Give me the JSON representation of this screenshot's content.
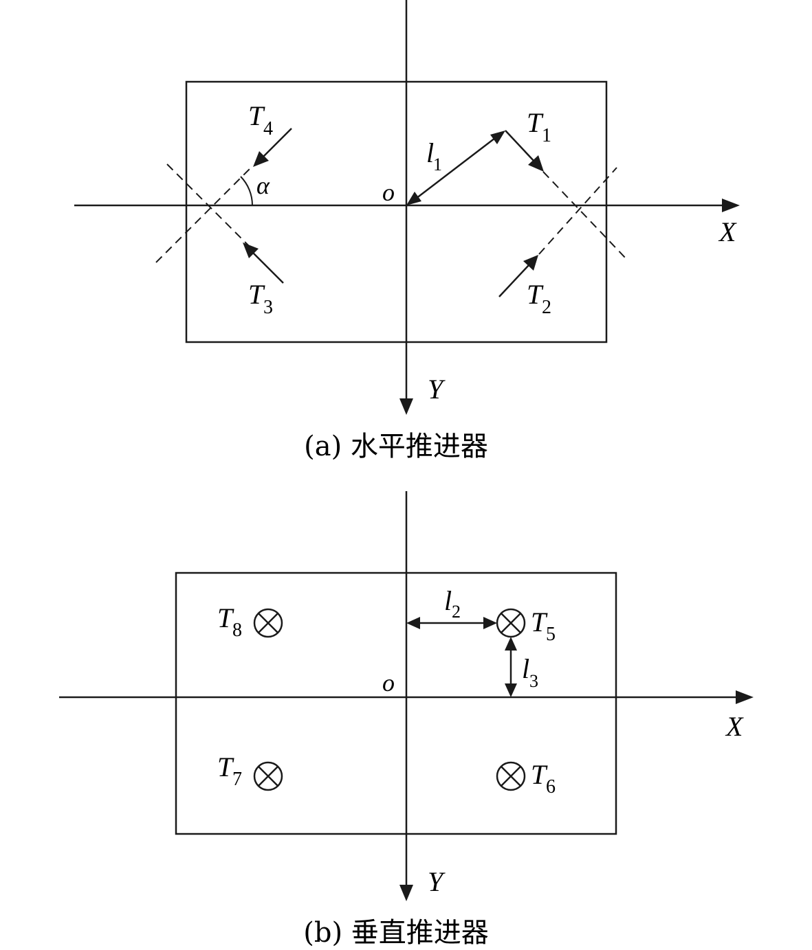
{
  "panel_a": {
    "caption": "(a) 水平推进器",
    "origin": "o",
    "x_axis": "X",
    "y_axis": "Y",
    "angle": "α",
    "dim_l1": {
      "main": "l",
      "sub": "1"
    },
    "thrusters": [
      {
        "main": "T",
        "sub": "1"
      },
      {
        "main": "T",
        "sub": "2"
      },
      {
        "main": "T",
        "sub": "3"
      },
      {
        "main": "T",
        "sub": "4"
      }
    ]
  },
  "panel_b": {
    "caption": "(b) 垂直推进器",
    "origin": "o",
    "x_axis": "X",
    "y_axis": "Y",
    "dim_l2": {
      "main": "l",
      "sub": "2"
    },
    "dim_l3": {
      "main": "l",
      "sub": "3"
    },
    "thrusters": [
      {
        "main": "T",
        "sub": "5"
      },
      {
        "main": "T",
        "sub": "6"
      },
      {
        "main": "T",
        "sub": "7"
      },
      {
        "main": "T",
        "sub": "8"
      }
    ]
  }
}
